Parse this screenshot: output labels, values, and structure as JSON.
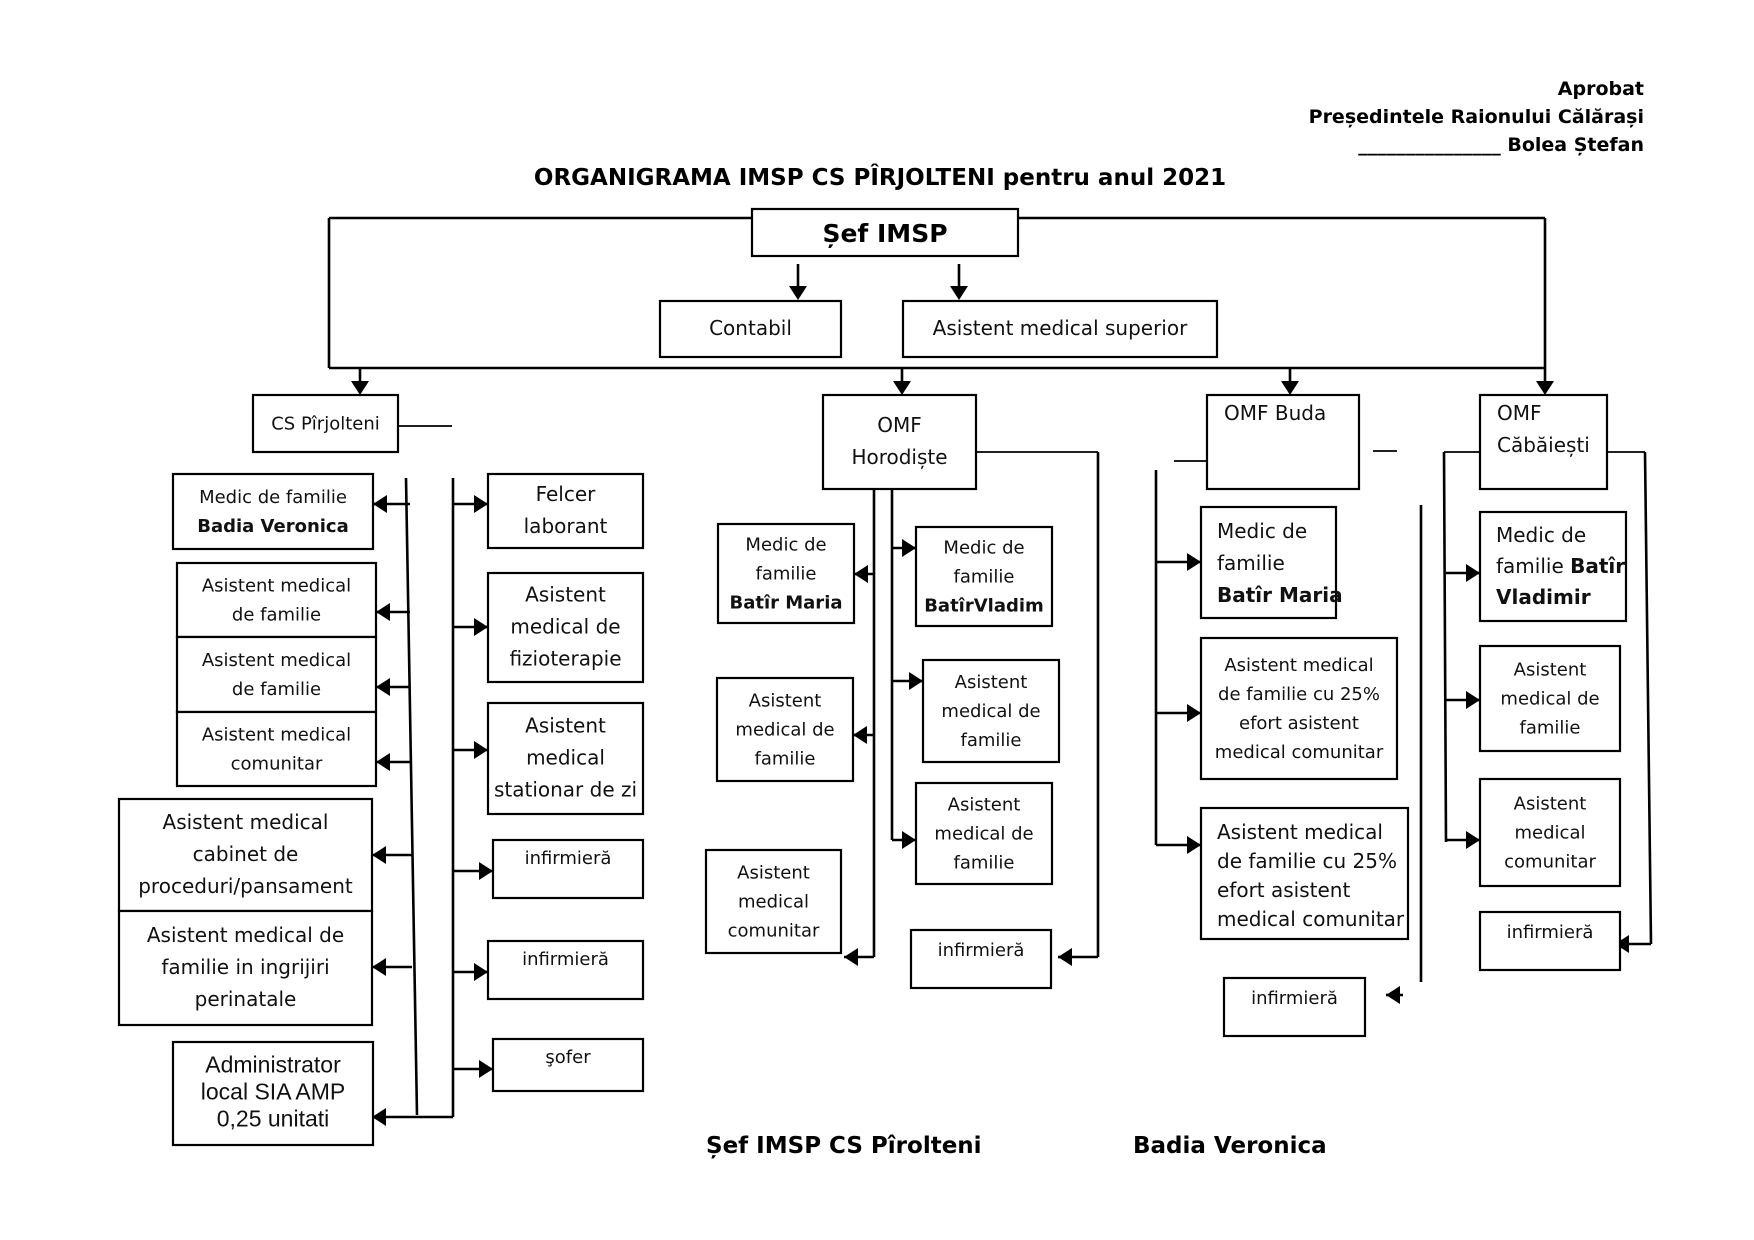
{
  "approval": {
    "line1": "Aprobat",
    "line2": "Președintele Raionului Călărași",
    "line3": "_______________ Bolea Ștefan"
  },
  "title": "ORGANIGRAMA  IMSP  CS PÎRJOLTENI pentru anul 2021",
  "head": {
    "label": "Șef   IMSP"
  },
  "staff": {
    "accountant": "Contabil",
    "senior_nurse": "Asistent medical superior"
  },
  "units": [
    {
      "id": "pirjolteni",
      "lines": [
        "CS Pîrjolteni"
      ]
    },
    {
      "id": "horodiste",
      "lines": [
        "OMF",
        "Horodiște"
      ]
    },
    {
      "id": "buda",
      "lines": [
        "OMF Buda"
      ]
    },
    {
      "id": "cabaiesti",
      "lines": [
        "OMF",
        "Căbăiești"
      ]
    }
  ],
  "pirjolteni_left": [
    {
      "lines": [
        "Medic de familie"
      ],
      "bold": [
        "Badia Veronica"
      ]
    },
    {
      "lines": [
        "Asistent medical",
        "de familie"
      ]
    },
    {
      "lines": [
        "Asistent medical",
        "de familie"
      ]
    },
    {
      "lines": [
        "Asistent medical",
        "comunitar"
      ]
    },
    {
      "lines": [
        "Asistent medical",
        "cabinet de",
        "proceduri/pansament"
      ]
    },
    {
      "lines": [
        "Asistent medical de",
        "familie in ingrijiri",
        "perinatale"
      ]
    },
    {
      "lines": [
        "Administrator",
        "local SIA AMP",
        "0,25 unitati"
      ]
    }
  ],
  "pirjolteni_right": [
    {
      "lines": [
        "Felcer",
        "laborant"
      ]
    },
    {
      "lines": [
        "Asistent",
        "medical de",
        "fizioterapie"
      ]
    },
    {
      "lines": [
        "Asistent",
        "medical",
        "stationar de zi"
      ]
    },
    {
      "lines": [
        "infirmieră"
      ]
    },
    {
      "lines": [
        "infirmieră"
      ]
    },
    {
      "lines": [
        "şofer"
      ]
    }
  ],
  "horodiste_left": [
    {
      "lines": [
        "Medic de",
        "familie"
      ],
      "bold": [
        "Batîr Maria"
      ]
    },
    {
      "lines": [
        "Asistent",
        "medical  de",
        "familie"
      ]
    },
    {
      "lines": [
        "Asistent",
        "medical",
        "comunitar"
      ]
    }
  ],
  "horodiste_right": [
    {
      "lines": [
        "Medic de",
        "familie"
      ],
      "bold": [
        "BatîrVladim"
      ]
    },
    {
      "lines": [
        "Asistent",
        "medical  de",
        "familie"
      ]
    },
    {
      "lines": [
        "Asistent",
        "medical  de",
        "familie"
      ]
    },
    {
      "lines": [
        "infirmieră"
      ]
    }
  ],
  "buda": [
    {
      "lines": [
        "Medic de",
        "familie"
      ],
      "bold": [
        "Batîr Maria"
      ]
    },
    {
      "lines": [
        "Asistent medical",
        "de familie cu 25%",
        "efort asistent",
        "medical comunitar"
      ]
    },
    {
      "lines": [
        "Asistent medical",
        "de familie cu 25%",
        "efort asistent",
        "medical comunitar"
      ]
    },
    {
      "lines": [
        "infirmieră"
      ]
    }
  ],
  "cabaiesti": [
    {
      "lines": [
        "Medic de",
        "familie "
      ],
      "bold_inline": "Batîr",
      "bold": [
        "Vladimir"
      ]
    },
    {
      "lines": [
        "Asistent",
        "medical  de",
        "familie"
      ]
    },
    {
      "lines": [
        "Asistent",
        "medical",
        "comunitar"
      ]
    },
    {
      "lines": [
        "infirmieră"
      ]
    }
  ],
  "footer": {
    "role": "Șef  IMSP  CS Pîrolteni",
    "name": "Badia Veronica"
  }
}
